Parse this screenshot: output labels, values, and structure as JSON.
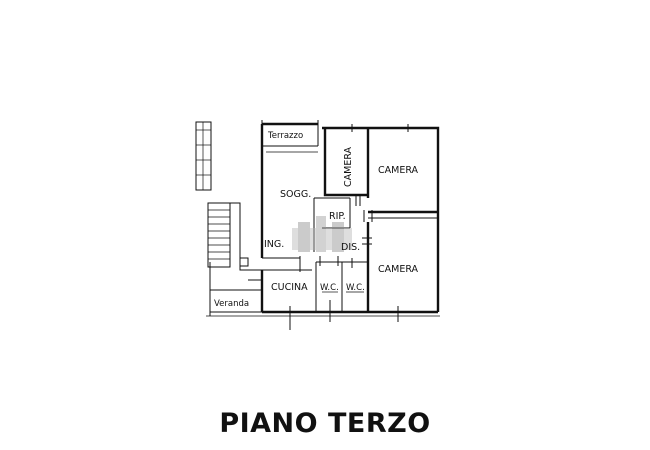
{
  "plan": {
    "title": "PIANO TERZO",
    "rooms": {
      "terrazzo": "Terrazzo",
      "soggiorno": "SOGG.",
      "camera_small": "CAMERA",
      "camera_top": "CAMERA",
      "camera_bottom": "CAMERA",
      "ripostiglio": "RIP.",
      "disimpegno": "DIS.",
      "ingresso": "ING.",
      "cucina": "CUCINA",
      "wc_left": "W.C.",
      "wc_right": "W.C.",
      "veranda": "Veranda"
    }
  }
}
